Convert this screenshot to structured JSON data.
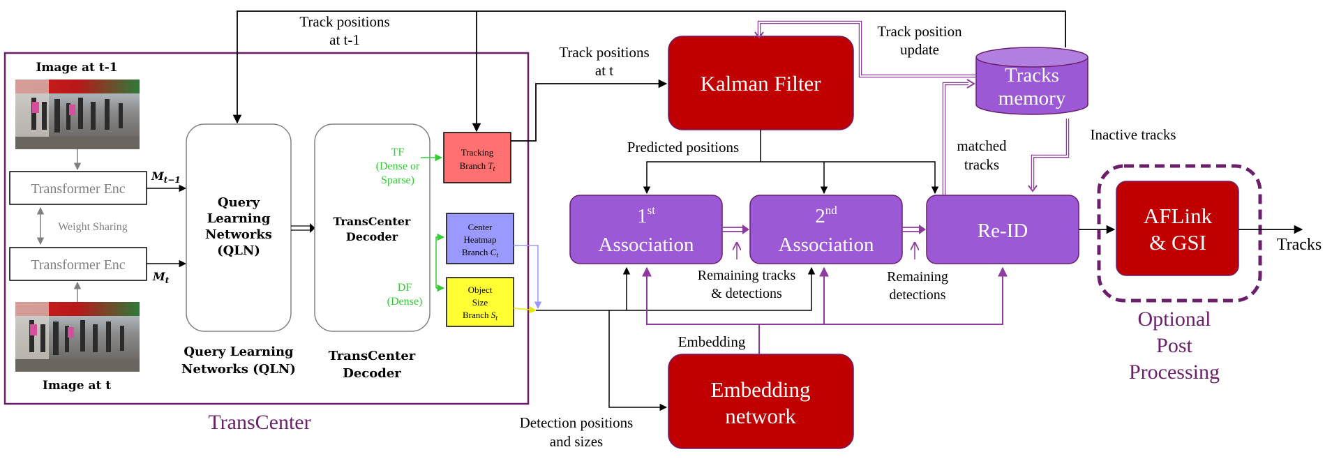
{
  "colors": {
    "frame": "#6b1f6b",
    "dark_red": "#c00000",
    "purple_box": "#9b59d6",
    "purple_line": "#8e3a9e",
    "optional_border": "#6b1f6b",
    "green_text": "#33cc33",
    "tracking_fill": "#ff7070",
    "heatmap_fill": "#9999ff",
    "size_fill": "#ffff33",
    "grey_text": "#808080"
  },
  "labels": {
    "image_t1": "Image at t-1",
    "image_t": "Image at t",
    "enc_top": "Transformer Enc",
    "enc_bottom": "Transformer Enc",
    "weight_sharing": "Weight Sharing",
    "m_prev": "M",
    "m_prev_sub": "t−1",
    "m_cur": "M",
    "m_cur_sub": "t",
    "qln_box_l1": "Query",
    "qln_box_l2": "Learning",
    "qln_box_l3": "Networks",
    "qln_box_l4": "(QLN)",
    "qln_cap_l1": "Query Learning",
    "qln_cap_l2": "Networks (QLN)",
    "dec_box_l1": "TransCenter",
    "dec_box_l2": "Decoder",
    "dec_cap_l1": "TransCenter",
    "dec_cap_l2": "Decoder",
    "tf_l1": "TF",
    "tf_l2": "(Dense or",
    "tf_l3": "Sparse)",
    "df_l1": "DF",
    "df_l2": "(Dense)",
    "tracking_l1": "Tracking",
    "tracking_l2": "Branch",
    "tracking_sym": "T",
    "tracking_sub": "t",
    "heatmap_l1": "Center",
    "heatmap_l2": "Heatmap",
    "heatmap_l3": "Branch",
    "heatmap_sym": "C",
    "heatmap_sub": "t",
    "size_l1": "Object",
    "size_l2": "Size",
    "size_l3": "Branch",
    "size_sym": "S",
    "size_sub": "t",
    "transcenter": "TransCenter",
    "track_pos_prev_l1": "Track positions",
    "track_pos_prev_l2": "at t-1",
    "track_pos_cur_l1": "Track positions",
    "track_pos_cur_l2": "at t",
    "kalman": "Kalman Filter",
    "track_update_l1": "Track position",
    "track_update_l2": "update",
    "memory_l1": "Tracks",
    "memory_l2": "memory",
    "predicted": "Predicted positions",
    "inactive": "Inactive tracks",
    "matched_l1": "matched",
    "matched_l2": "tracks",
    "assoc1_num": "1",
    "assoc1_sup": "st",
    "assoc1_word": "Association",
    "assoc2_num": "2",
    "assoc2_sup": "nd",
    "assoc2_word": "Association",
    "reid": "Re-ID",
    "aflink_l1": "AFLink",
    "aflink_l2": "& GSI",
    "tracks": "Tracks",
    "remaining_td_l1": "Remaining tracks",
    "remaining_td_l2": "& detections",
    "remaining_det_l1": "Remaining",
    "remaining_det_l2": "detections",
    "embedding": "Embedding",
    "embed_net_l1": "Embedding",
    "embed_net_l2": "network",
    "detection_l1": "Detection positions",
    "detection_l2": "and sizes",
    "optional_l1": "Optional",
    "optional_l2": "Post",
    "optional_l3": "Processing"
  }
}
